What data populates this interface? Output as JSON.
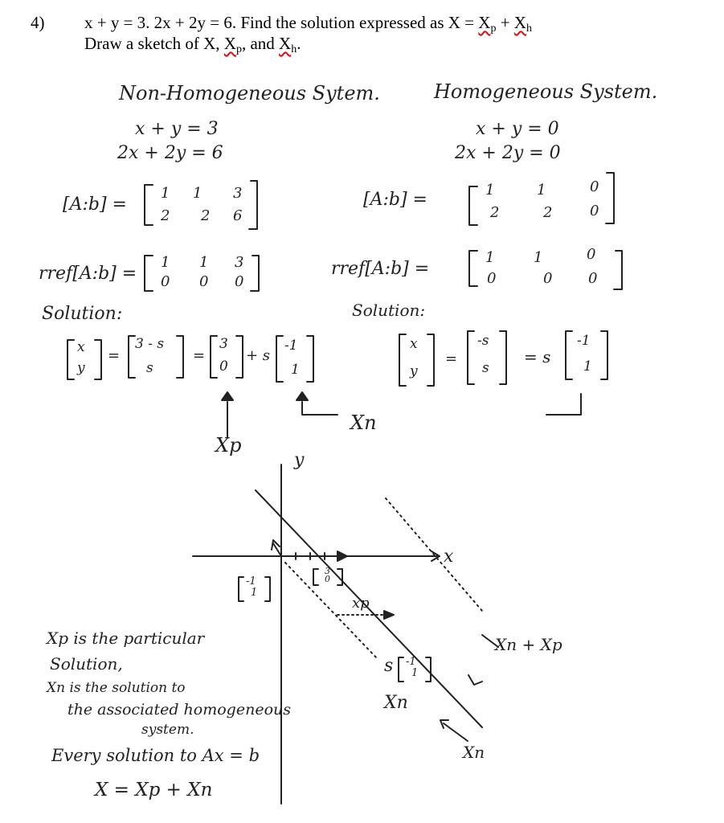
{
  "problem": {
    "number": "4)",
    "line1": "x + y = 3.  2x + 2y = 6.  Find the solution expressed as X = ",
    "xp": "X",
    "xp_sub": "p",
    "plus": " + ",
    "xh": "X",
    "xh_sub": "h",
    "line2_a": "Draw a sketch of X, ",
    "line2_b": ", and ",
    "line2_end": "."
  },
  "left": {
    "heading": "Non-Homogeneous Sytem.",
    "eq1": "x + y = 3",
    "eq2": "2x + 2y = 6",
    "aug": "[A:b] =",
    "aug_row1": [
      "1",
      "1",
      "3"
    ],
    "aug_row2": [
      "2",
      "2",
      "6"
    ],
    "rref": "rref[A:b] =",
    "rref_row1": [
      "1",
      "1",
      "3"
    ],
    "rref_row2": [
      "0",
      "0",
      "0"
    ],
    "solution": "Solution:",
    "vec_xy": [
      "x",
      "y"
    ],
    "vec_param": [
      "3 - s",
      "s"
    ],
    "vec_xp": [
      "3",
      "0"
    ],
    "plus_s": "+ s",
    "vec_dir": [
      "-1",
      "1"
    ],
    "xp_label": "Xp"
  },
  "right": {
    "heading": "Homogeneous System.",
    "eq1": "x + y = 0",
    "eq2": "2x + 2y = 0",
    "aug": "[A:b] =",
    "aug_row1": [
      "1",
      "1",
      "0"
    ],
    "aug_row2": [
      "2",
      "2",
      "0"
    ],
    "rref": "rref[A:b] =",
    "rref_row1": [
      "1",
      "1",
      "0"
    ],
    "rref_row2": [
      "0",
      "0",
      "0"
    ],
    "solution": "Solution:",
    "vec_xy": [
      "x",
      "y"
    ],
    "vec_param": [
      "-s",
      "s"
    ],
    "equals_s": "= s",
    "vec_dir": [
      "-1",
      "1"
    ],
    "xh_label": "Xn"
  },
  "graph": {
    "y_axis": "y",
    "x_axis": "x",
    "vec_left": [
      "-1",
      "1"
    ],
    "vec_right": [
      "3",
      "0"
    ],
    "xp": "xp",
    "s_vec": "s",
    "s_vec_vals": [
      "-1",
      "1"
    ],
    "xh_plus_xp": "Xn + Xp",
    "xh_mid": "Xn",
    "xh_bottom": "Xn"
  },
  "notes": {
    "line1": "Xp is the particular",
    "line2": "Solution,",
    "line3": "Xn is the solution to",
    "line4": "the associated homogeneous",
    "line5": "system.",
    "line6": "Every solution to Ax = b",
    "line7": "X = Xp + Xn"
  },
  "colors": {
    "underline": "#d11111",
    "ink": "#222222"
  }
}
